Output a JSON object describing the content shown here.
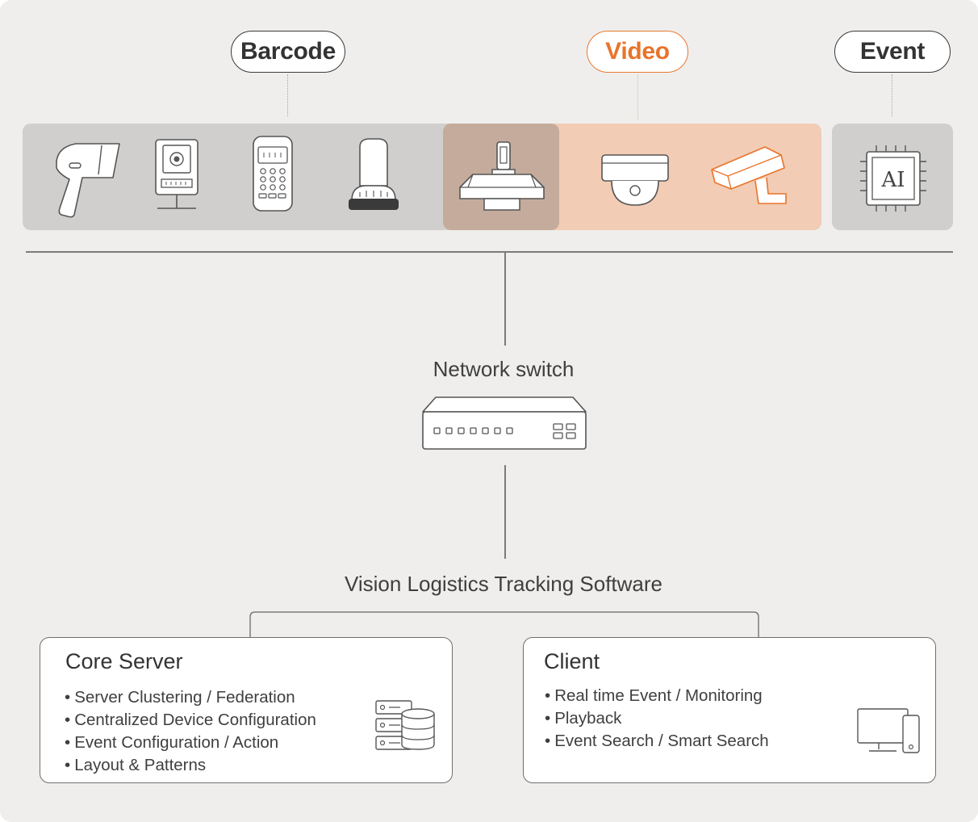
{
  "categories": {
    "barcode": "Barcode",
    "video": "Video",
    "event": "Event"
  },
  "ai_chip_label": "AI",
  "network_switch_label": "Network switch",
  "software_label": "Vision Logistics Tracking Software",
  "core_server": {
    "title": "Core Server",
    "items": [
      "Server Clustering / Federation",
      "Centralized Device Configuration",
      "Event Configuration / Action",
      "Layout & Patterns"
    ]
  },
  "client": {
    "title": "Client",
    "items": [
      "Real time Event / Monitoring",
      "Playback",
      "Event Search / Smart Search"
    ]
  },
  "icons": {
    "barcode_devices": [
      "handheld-scanner-icon",
      "kiosk-scanner-icon",
      "keypad-terminal-icon",
      "fixed-scanner-icon"
    ],
    "shared_device": "dimension-scanner-icon",
    "video_devices": [
      "dome-camera-icon",
      "bullet-camera-icon"
    ],
    "event_devices": [
      "ai-chip-icon"
    ],
    "network": "network-switch-icon",
    "server": "server-database-icon",
    "client": "monitor-mobile-icon"
  },
  "colors": {
    "background": "#efeeed",
    "barcode_band": "#d0cfcd",
    "shared_band": "#c4ab9c",
    "video_band": "#f2ccb4",
    "video_accent": "#e8742a",
    "line": "#7b7b7b"
  }
}
